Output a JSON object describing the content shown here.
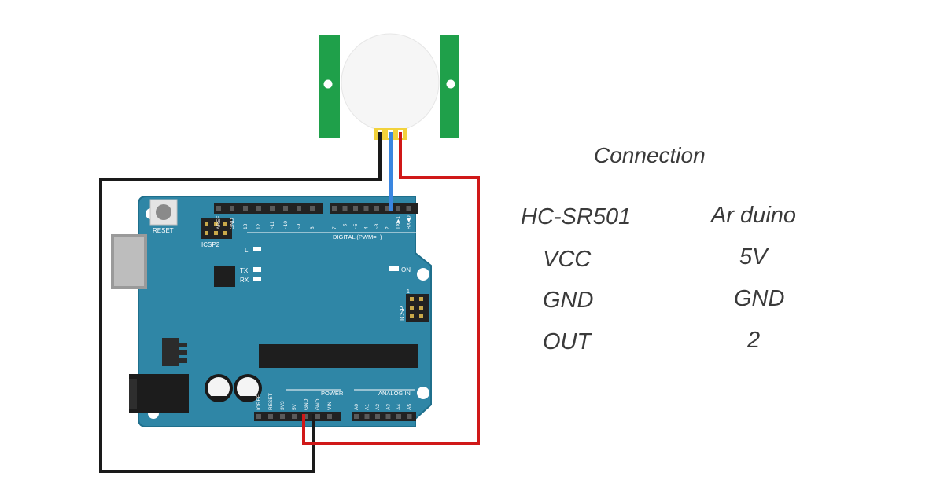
{
  "connection": {
    "title": "Connection",
    "header_left": "HC-SR501",
    "header_right": "Ar duino",
    "rows": [
      {
        "sensor": "VCC",
        "arduino": "5V"
      },
      {
        "sensor": "GND",
        "arduino": "GND"
      },
      {
        "sensor": "OUT",
        "arduino": "2"
      }
    ]
  },
  "board": {
    "reset_label": "RESET",
    "icsp2_label": "ICSP2",
    "icsp_label": "ICSP",
    "icsp_pin1": "1",
    "led_l": "L",
    "led_tx": "TX",
    "led_rx": "RX",
    "led_on": "ON",
    "digital_label": "DIGITAL (PWM=~)",
    "power_label": "POWER",
    "analog_label": "ANALOG IN",
    "top_left_pins": [
      "AREF",
      "GND",
      "13",
      "12",
      "~11",
      "~10",
      "~9",
      "8"
    ],
    "top_right_pins": [
      "7",
      "~6",
      "~5",
      "4",
      "~3",
      "2",
      "TX▶1",
      "RX◀0"
    ],
    "power_pins": [
      "IOREF",
      "RESET",
      "3V3",
      "5V",
      "GND",
      "GND",
      "VIN"
    ],
    "analog_pins": [
      "A0",
      "A1",
      "A2",
      "A3",
      "A4",
      "A5"
    ]
  },
  "colors": {
    "board": "#2f86a6",
    "board_edge": "#1f6f8c",
    "sensor_pcb": "#1fa04a",
    "wire_black": "#1a1a1a",
    "wire_red": "#d01818",
    "wire_blue": "#3a86e0",
    "pin_yellow": "#f2d23c"
  }
}
